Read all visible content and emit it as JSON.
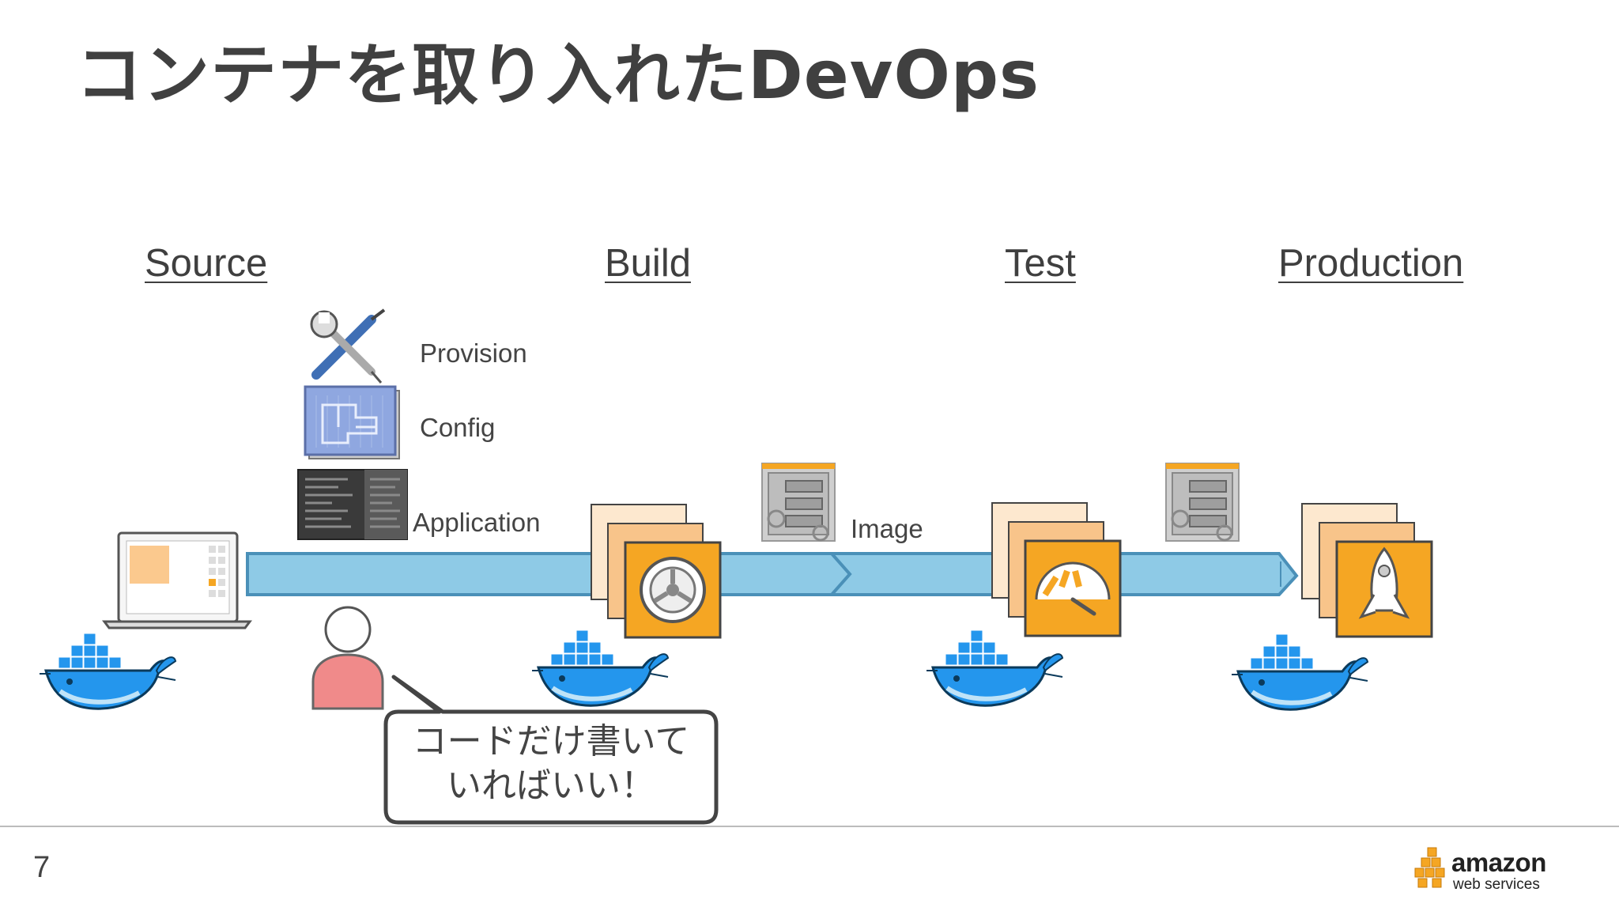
{
  "slide": {
    "title": "コンテナを取り入れたDevOps",
    "page_number": "7"
  },
  "stages": {
    "source": "Source",
    "build": "Build",
    "test": "Test",
    "production": "Production"
  },
  "labels": {
    "provision": "Provision",
    "config": "Config",
    "application": "Application",
    "image": "Image"
  },
  "speech": {
    "line1": "コードだけ書いて",
    "line2": "いればいい！"
  },
  "logo": {
    "word": "amazon",
    "sub": "web services"
  },
  "colors": {
    "pipeline": "#8ecae6",
    "orange": "#f5a623",
    "docker_blue": "#2496ed",
    "person_pink": "#f08080"
  }
}
